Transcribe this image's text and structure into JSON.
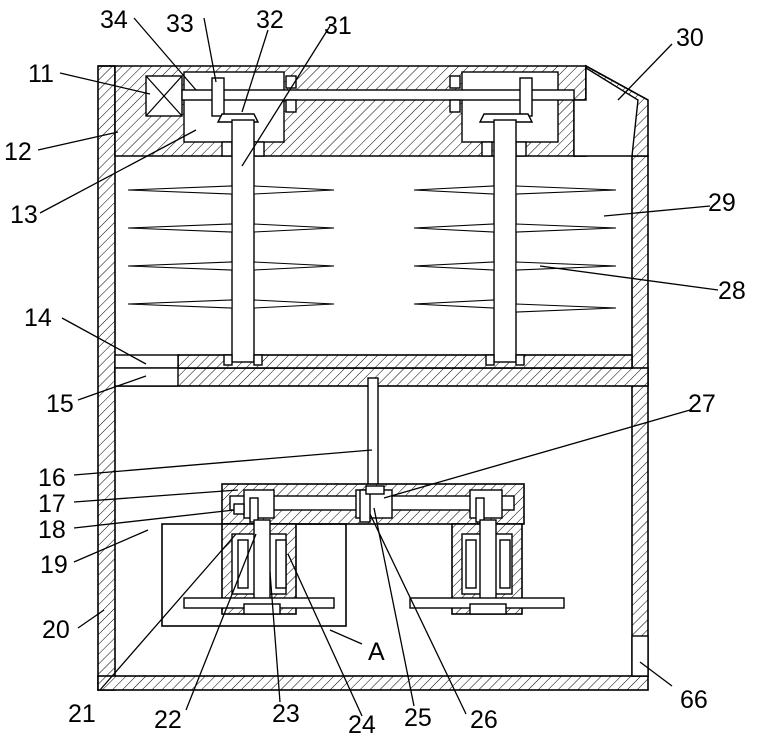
{
  "labels": {
    "l11": "11",
    "l12": "12",
    "l13": "13",
    "l14": "14",
    "l15": "15",
    "l16": "16",
    "l17": "17",
    "l18": "18",
    "l19": "19",
    "l20": "20",
    "l21": "21",
    "l22": "22",
    "l23": "23",
    "l24": "24",
    "l25": "25",
    "l26": "26",
    "l27": "27",
    "l28": "28",
    "l29": "29",
    "l30": "30",
    "l31": "31",
    "l32": "32",
    "l33": "33",
    "l34": "34",
    "l66": "66",
    "detailA": "A"
  }
}
